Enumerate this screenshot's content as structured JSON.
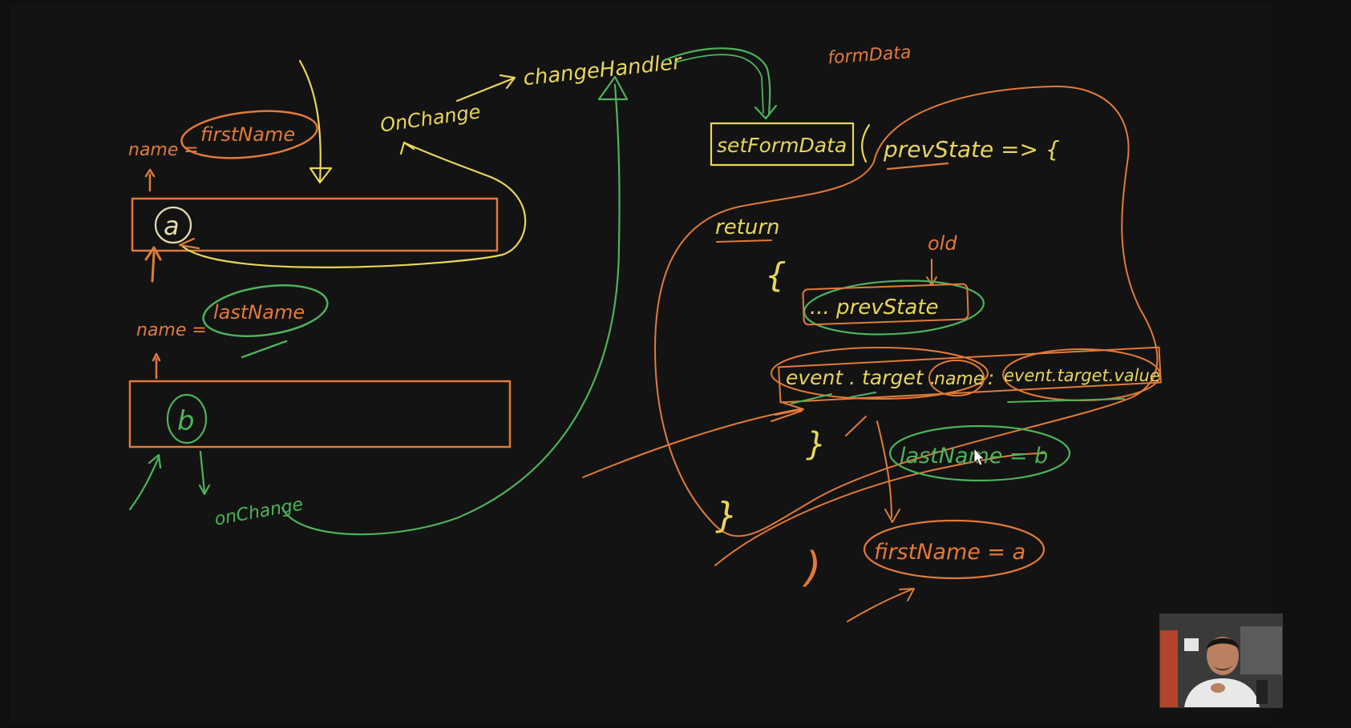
{
  "colors": {
    "background": "#131313",
    "orange": "#e27a3a",
    "yellow": "#e9d65a",
    "green": "#4db35a",
    "cream": "#e6dcae"
  },
  "left": {
    "input_a": {
      "name_label": "name =",
      "name_value": "firstName",
      "letter": "a"
    },
    "input_b": {
      "name_label": "name =",
      "name_value": "lastName",
      "letter": "b",
      "event_label": "onChange"
    }
  },
  "flow": {
    "onchange_label": "OnChange",
    "handler_label": "changeHandler"
  },
  "right": {
    "state_label": "formData",
    "setter_label": "setFormData",
    "param_label": "prevState => {",
    "return_label": "return",
    "open_brace": "{",
    "old_label": "old",
    "spread_label": "... prevState",
    "event_target_label": "event . target .",
    "name_key": "name",
    "equals": ":",
    "value_label": "event.target.value",
    "inner_close_brace": "}",
    "outer_close_brace": "}",
    "close_paren": ")",
    "result_last": "lastName = b",
    "result_first": "firstName = a"
  },
  "webcam": {
    "icon": "presenter-webcam-icon"
  }
}
